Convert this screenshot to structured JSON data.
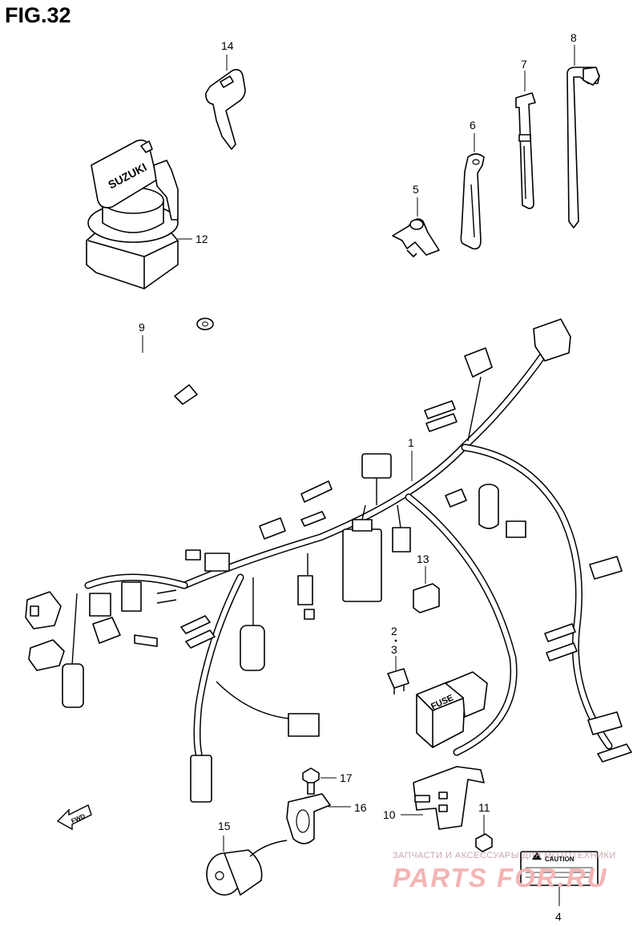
{
  "figure": {
    "title": "FIG.32"
  },
  "parts": [
    {
      "no": "1",
      "name": "wiring-harness"
    },
    {
      "no": "2",
      "name": "fuse-a"
    },
    {
      "no": "3",
      "name": "fuse-b"
    },
    {
      "no": "4",
      "name": "caution-label"
    },
    {
      "no": "5",
      "name": "clamp"
    },
    {
      "no": "6",
      "name": "clamp-band"
    },
    {
      "no": "7",
      "name": "band"
    },
    {
      "no": "8",
      "name": "tie-clamp"
    },
    {
      "no": "9",
      "name": "ground-wire"
    },
    {
      "no": "10",
      "name": "fuse-box-bracket"
    },
    {
      "no": "11",
      "name": "screw"
    },
    {
      "no": "12",
      "name": "ignition-switch"
    },
    {
      "no": "13",
      "name": "relay"
    },
    {
      "no": "14",
      "name": "key"
    },
    {
      "no": "15",
      "name": "socket"
    },
    {
      "no": "16",
      "name": "bracket"
    },
    {
      "no": "17",
      "name": "bolt"
    }
  ],
  "labels": {
    "p1": "1",
    "p2": "2",
    "p3": "3",
    "p4": "4",
    "p5": "5",
    "p6": "6",
    "p7": "7",
    "p8": "8",
    "p9": "9",
    "p10": "10",
    "p11": "11",
    "p12": "12",
    "p13": "13",
    "p14": "14",
    "p15": "15",
    "p16": "16",
    "p17": "17",
    "brand_on_switch": "SUZUKI",
    "fuse_box_text": "FUSE",
    "caution_text": "CAUTION",
    "direction_arrow": "FWD"
  },
  "watermark": {
    "line1": "ЗАПЧАСТИ И АКСЕССУАРЫ ДЛЯ МОТОТЕХНИКИ",
    "line2": "PARTS FOR.RU"
  },
  "colors": {
    "line": "#000000",
    "background": "#ffffff",
    "watermark": "#f4b4b4"
  }
}
